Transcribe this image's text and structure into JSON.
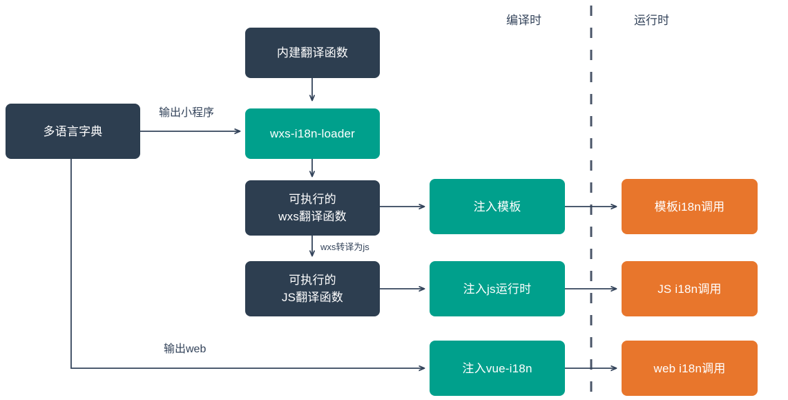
{
  "diagram": {
    "title_phases": {
      "compile_time": "编译时",
      "runtime": "运行时"
    },
    "colors": {
      "navy": "#2d3e50",
      "teal": "#00a08c",
      "orange": "#e8762c",
      "line": "#33435a",
      "background": "#ffffff",
      "node_text": "#ffffff",
      "label_text": "#33435a"
    },
    "nodes": {
      "dictionary": "多语言字典",
      "builtin_translate_fn": "内建翻译函数",
      "wxs_i18n_loader": "wxs-i18n-loader",
      "executable_wxs_fn": "可执行的\nwxs翻译函数",
      "executable_js_fn": "可执行的\nJS翻译函数",
      "inject_template": "注入模板",
      "inject_js_runtime": "注入js运行时",
      "inject_vue_i18n": "注入vue-i18n",
      "template_i18n_call": "模板i18n调用",
      "js_i18n_call": "JS i18n调用",
      "web_i18n_call": "web i18n调用"
    },
    "edge_labels": {
      "output_miniprogram": "输出小程序",
      "wxs_to_js": "wxs转译为js",
      "output_web": "输出web"
    }
  }
}
